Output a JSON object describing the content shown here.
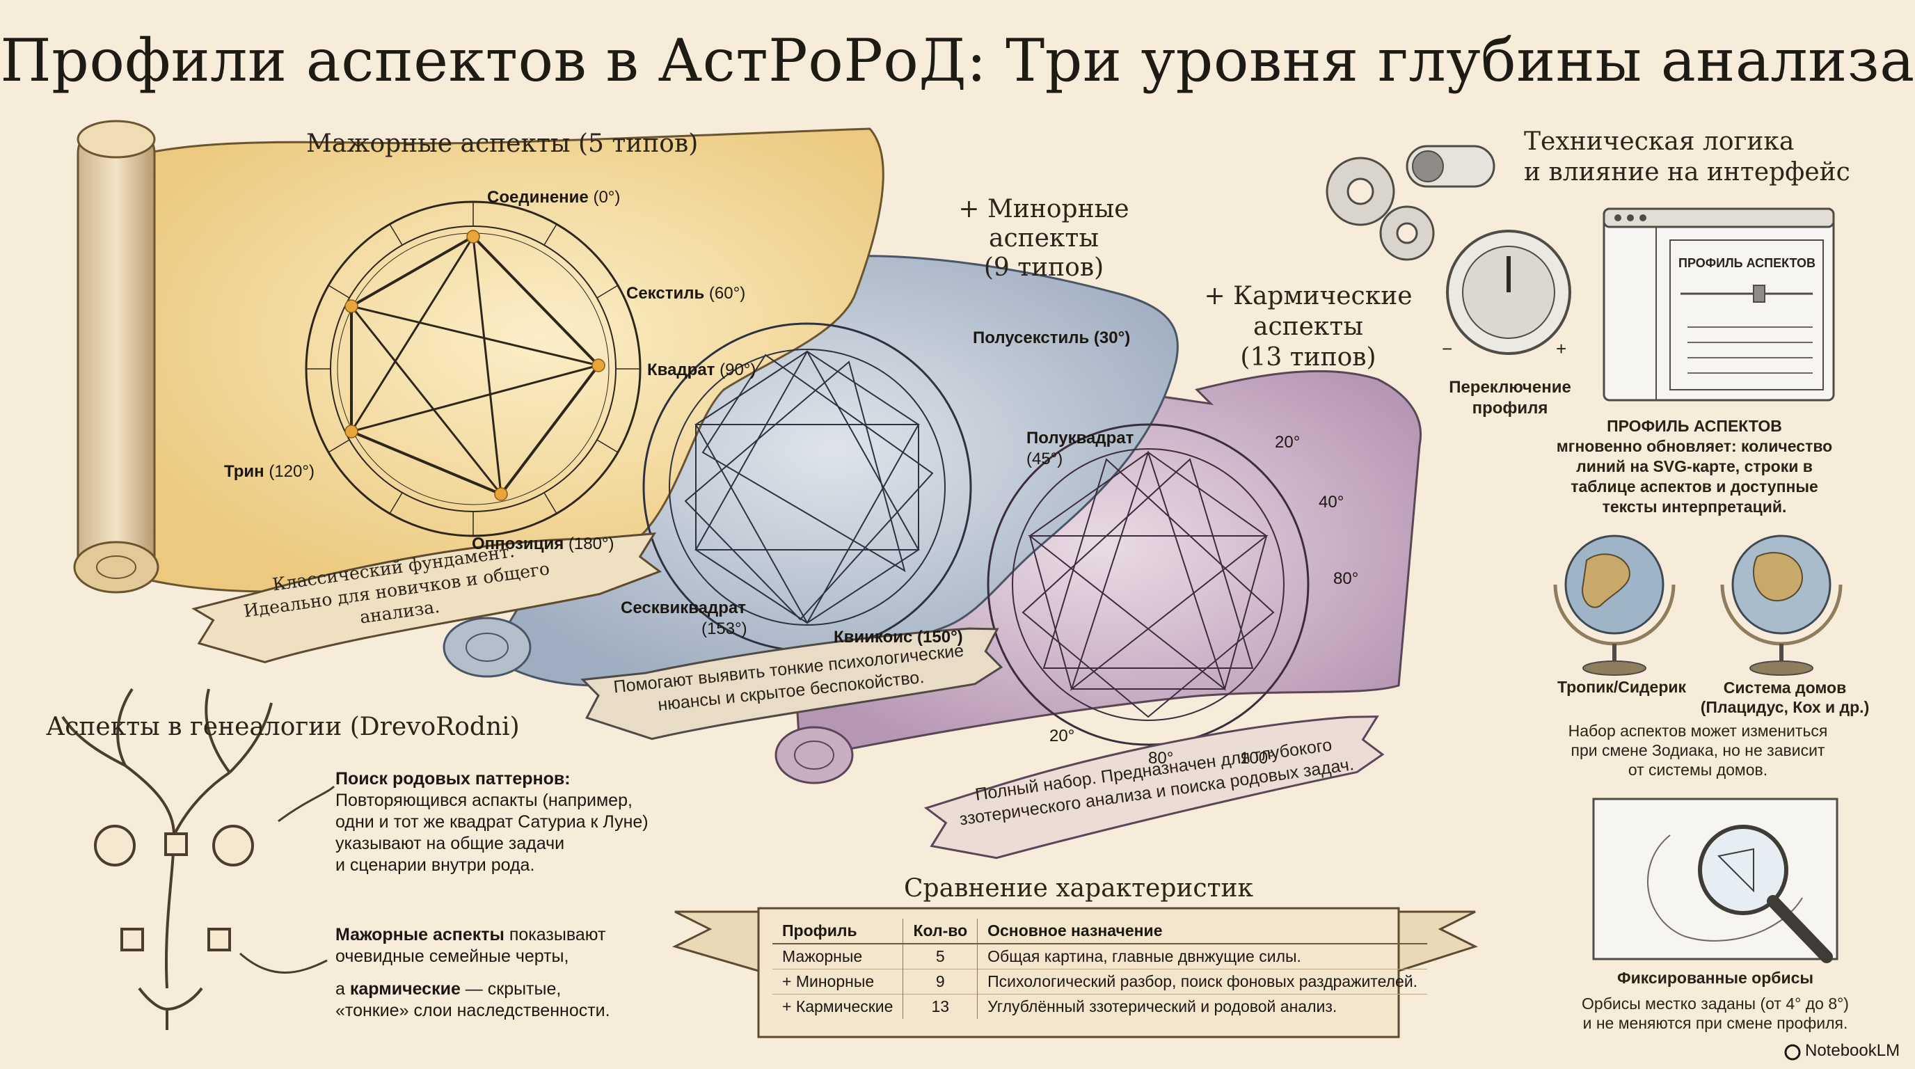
{
  "title": "Профили аспектов в АстРоРоД: Три уровня глубины анализа",
  "major": {
    "heading": "Мажорные аспекты (5 типов)",
    "aspects": {
      "conjunction": {
        "name": "Соединение",
        "angle": "(0°)"
      },
      "sextile": {
        "name": "Секстиль",
        "angle": "(60°)"
      },
      "square": {
        "name": "Квадрат",
        "angle": "(90°)"
      },
      "trine": {
        "name": "Трин",
        "angle": "(120°)"
      },
      "opposition": {
        "name": "Оппозиция",
        "angle": "(180°)"
      }
    },
    "banner": [
      "Классический фундамент.",
      "Идеально для новичков и общего анализа."
    ]
  },
  "minor": {
    "heading": [
      "+ Минорные аспекты",
      "(9 типов)"
    ],
    "aspects": {
      "semisextile": "Полусекстиль (30°)",
      "semisquare": "Полуквадрат",
      "semisquare_angle": "(45°)",
      "sesquiquadrate": "Сесквиквадрат",
      "sesquiquadrate_angle": "(153°)",
      "quincunx": "Квиикоис (150°)"
    },
    "banner": [
      "Помогают выявить тонкие психологические",
      "нюансы и скрытое беспокойство."
    ]
  },
  "karmic": {
    "heading": [
      "+ Кармические",
      "аспекты",
      "(13 типов)"
    ],
    "degrees": [
      "20°",
      "40°",
      "80°",
      "20°",
      "80°",
      "100°"
    ],
    "banner": [
      "Полный набор. Предназначен для глубокого",
      "ззотерического анализа и поиска родовых задач."
    ]
  },
  "genealogy": {
    "heading": "Аспекты в генеалогии (DrevoRodni)",
    "p1_bold": "Поиск родовых паттернов:",
    "p1_lines": [
      "Повторяющився аспакты (например,",
      "одни и тот же квадрат Сатуриа к Луне)",
      "указывают на общие задачи",
      "и сценарии внутри рода."
    ],
    "p2_bold": "Мажорные аспекты",
    "p2_rest": " показывают",
    "p2_line2": "очевидные семейные черты,",
    "p3_pre": "а ",
    "p3_bold": "кармические",
    "p3_rest": " — скрытые,",
    "p3_line2": "«тонкие» слои наследственности."
  },
  "technical": {
    "heading": [
      "Техническая логика",
      "и влияние на интерфейс"
    ],
    "knob_label": [
      "Переключение",
      "профиля"
    ],
    "knob_minus": "−",
    "knob_plus": "+",
    "window_title": "ПРОФИЛЬ АСПЕКТОВ",
    "desc_bold": "ПРОФИЛЬ АСПЕКТОВ",
    "desc_lines": [
      "мгновенно обновляет: количество",
      "линий на SVG-карте, строки в",
      "таблице аспектов и доступные",
      "тексты интерпретаций."
    ],
    "globe1_label": "Тропик/Сидерик",
    "globe2_label": [
      "Система домов",
      "(Плацидус, Кох и др.)"
    ],
    "globes_note": [
      "Набор аспектов может измениться",
      "при смене Зодиака, но не зависит",
      "от системы домов."
    ],
    "orbs_heading": "Фиксированные орбисы",
    "orbs_note": [
      "Орбисы местко заданы (от 4° до 8°)",
      "и не меняются при смене профиля."
    ]
  },
  "comparison": {
    "heading": "Сравнение характеристик",
    "columns": [
      "Профиль",
      "Кол-во",
      "Основное назначение"
    ],
    "rows": [
      {
        "profile": "Мажорные",
        "count": "5",
        "purpose": "Общая картина, главные двнжущие силы."
      },
      {
        "profile": "+ Минорные",
        "count": "9",
        "purpose": "Психологический разбор, поиск фоновых раздражителей."
      },
      {
        "profile": "+ Кармические",
        "count": "13",
        "purpose": "Углублённый ззотерический и родовой анализ."
      }
    ]
  },
  "brand": "NotebookLM",
  "colors": {
    "major_paper": "#f3dca0",
    "minor_paper": "#bcc6d3",
    "karmic_paper": "#cdb3c9",
    "ink": "#2a2218",
    "background": "#f6ecd9"
  }
}
